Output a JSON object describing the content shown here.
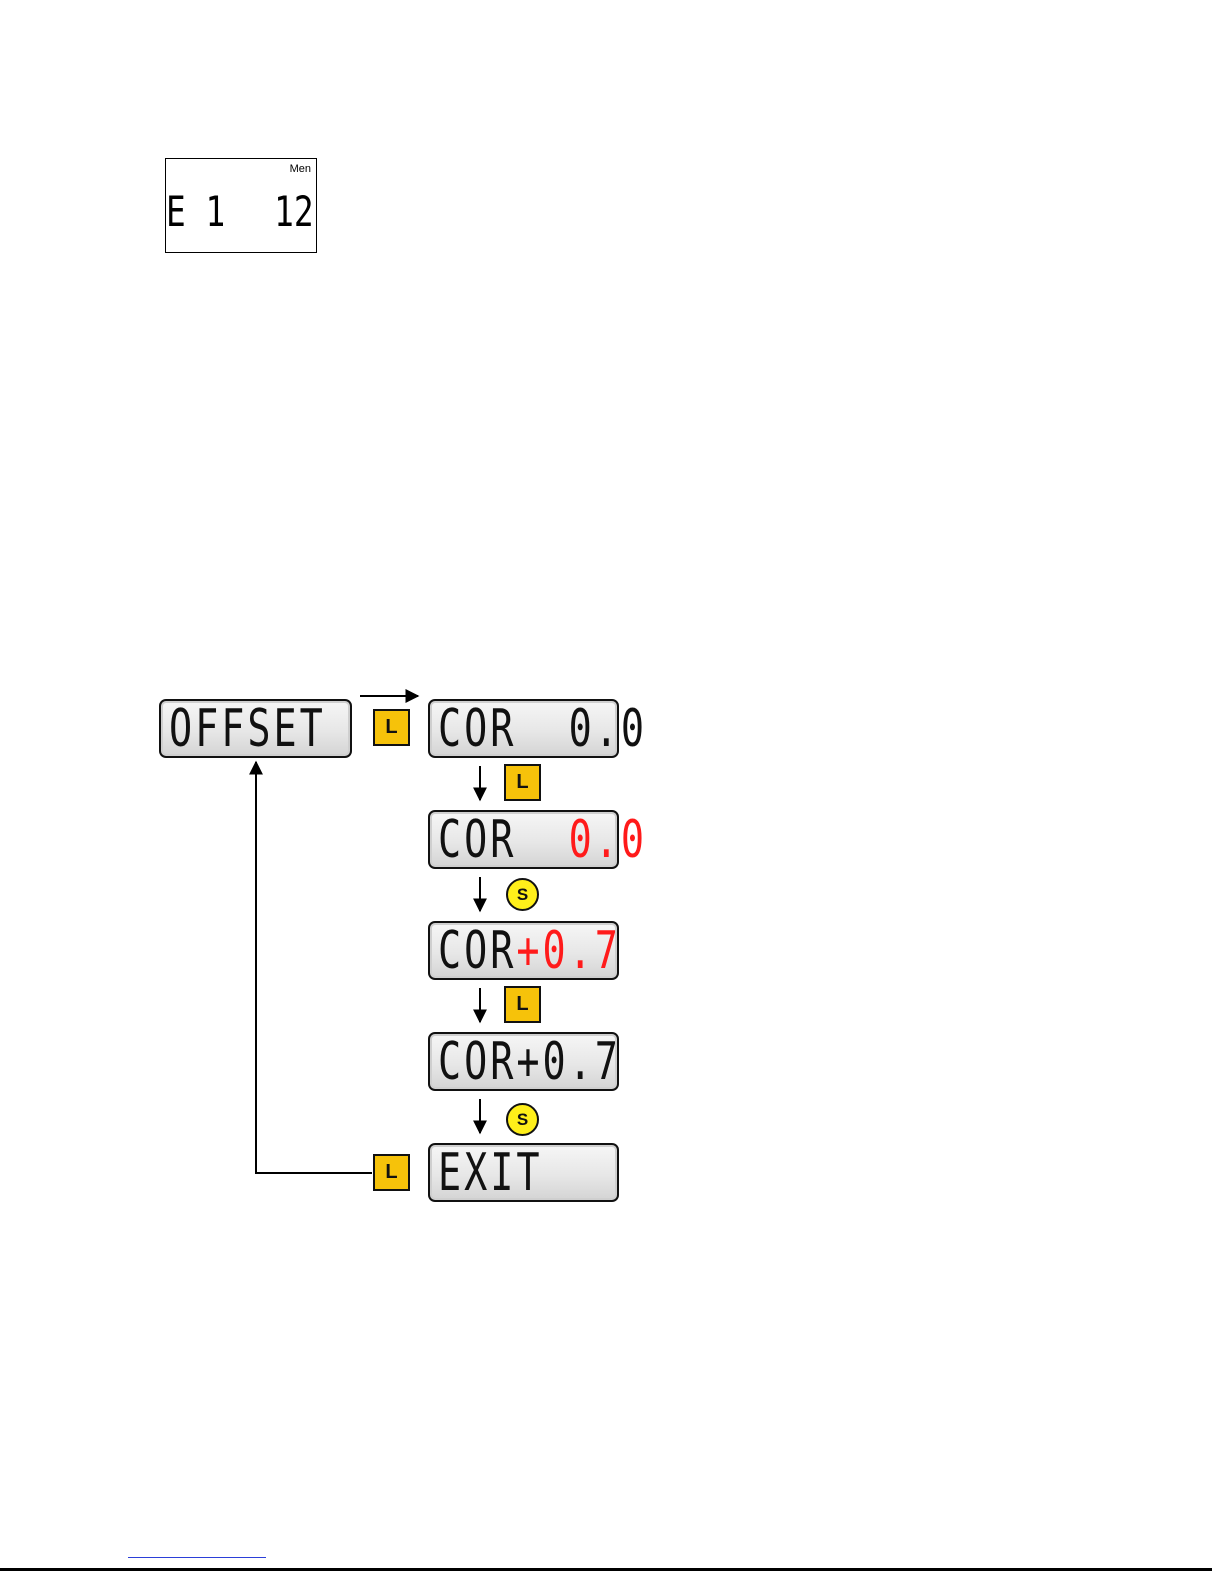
{
  "small_display": {
    "tag": "Men",
    "left": "E 1",
    "right": "12"
  },
  "flow": {
    "offset": "OFFSET",
    "exit": "EXIT",
    "steps": [
      {
        "label": "COR",
        "value": "0.0",
        "value_color": "black"
      },
      {
        "label": "COR",
        "value": "0.0",
        "value_color": "red"
      },
      {
        "label": "COR",
        "value": "+0.7",
        "value_color": "red"
      },
      {
        "label": "COR",
        "value": "+0.7",
        "value_color": "black"
      }
    ],
    "keys": {
      "long": "L",
      "short": "S"
    }
  },
  "colors": {
    "key_long": "#f6c20a",
    "key_short": "#ffef1a",
    "active_value": "#ff1a1a"
  }
}
